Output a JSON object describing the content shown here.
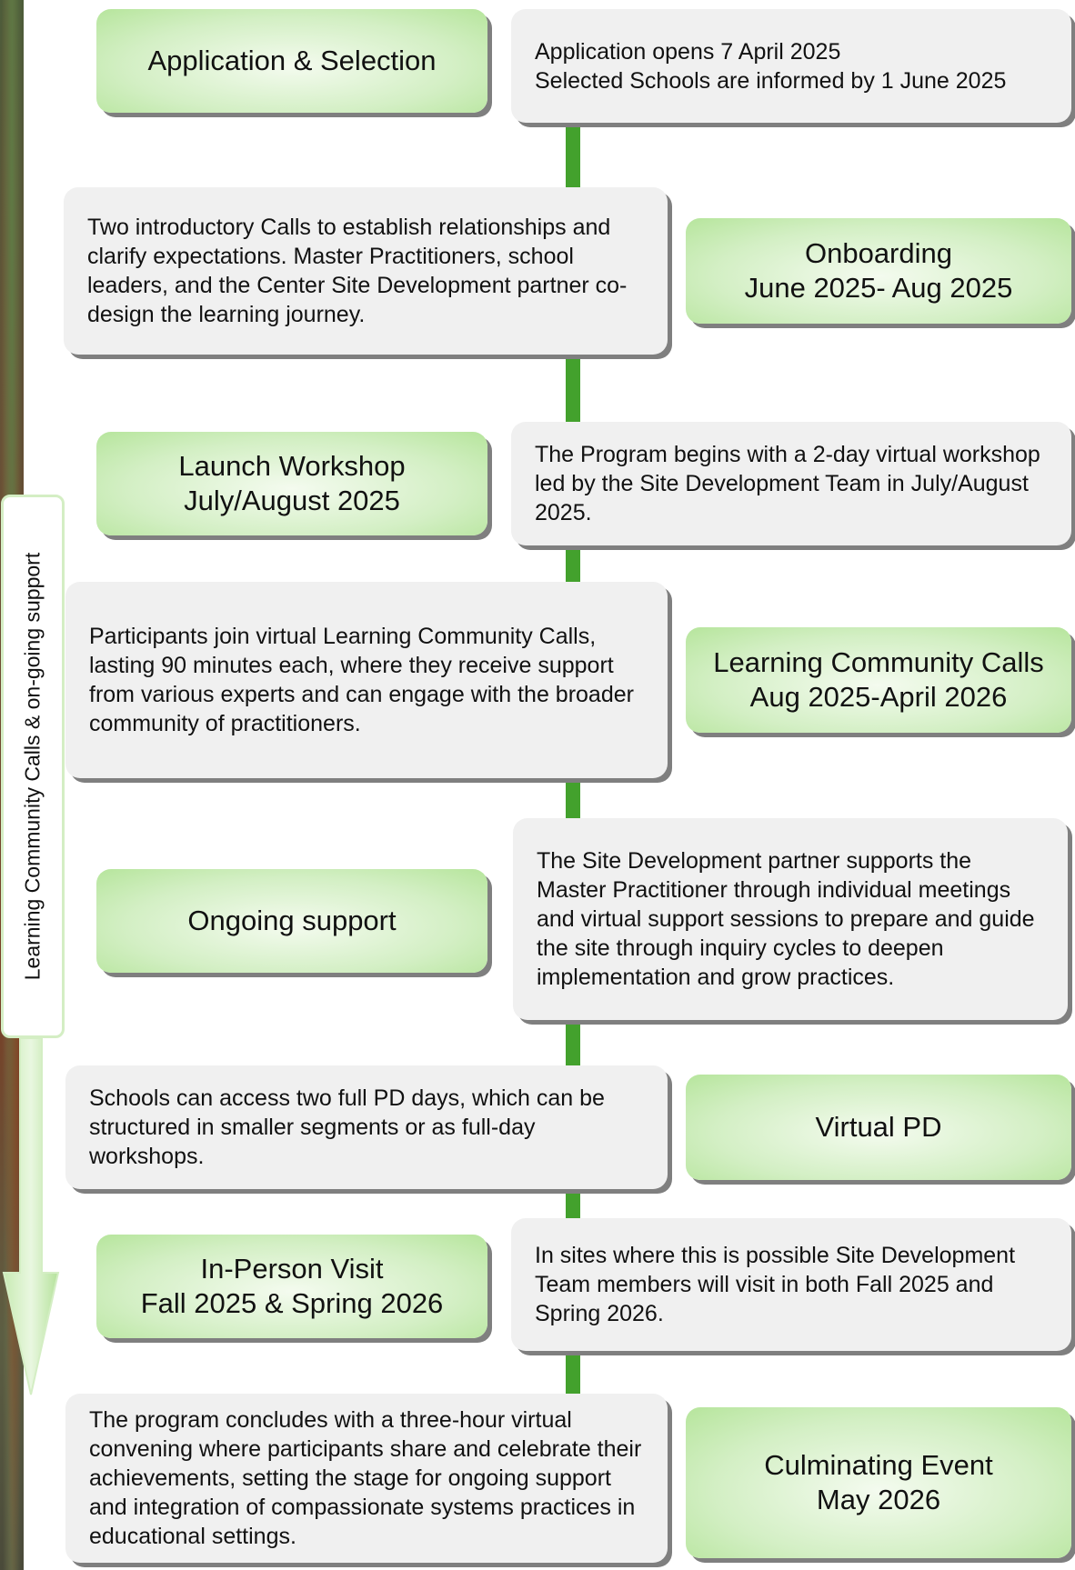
{
  "side_label": "Learning Community Calls & on-going support",
  "steps": [
    {
      "title": "Application & Selection",
      "subtitle": "",
      "description": "Application opens 7 April 2025\nSelected Schools are informed by 1 June 2025"
    },
    {
      "title": "Onboarding",
      "subtitle": "June 2025- Aug 2025",
      "description": "Two introductory Calls to establish relationships and clarify expectations. Master Practitioners, school leaders, and the Center Site Development partner co-design the learning journey."
    },
    {
      "title": "Launch Workshop",
      "subtitle": "July/August 2025",
      "description": "The Program begins with a 2-day virtual workshop led by the Site Development Team in July/August 2025."
    },
    {
      "title": "Learning Community Calls",
      "subtitle": "Aug 2025-April 2026",
      "description": "Participants join virtual Learning Community Calls, lasting 90 minutes each, where they receive support from various experts and can engage with the broader community of practitioners."
    },
    {
      "title": "Ongoing support",
      "subtitle": "",
      "description": "The Site Development partner supports the Master Practitioner through individual meetings and virtual support sessions to prepare and guide the site through inquiry cycles to deepen implementation and grow practices."
    },
    {
      "title": "Virtual PD",
      "subtitle": "",
      "description": "Schools can access two full PD days, which can be structured in smaller segments or as full-day workshops."
    },
    {
      "title": "In-Person Visit",
      "subtitle": "Fall 2025 & Spring 2026",
      "description": "In sites where this is possible Site Development Team members will visit in both Fall 2025 and Spring 2026."
    },
    {
      "title": "Culminating Event",
      "subtitle": "May 2026",
      "description": "The program concludes with a three-hour virtual convening where participants share and celebrate their achievements, setting the stage for ongoing support and integration of compassionate systems practices in educational settings."
    }
  ]
}
